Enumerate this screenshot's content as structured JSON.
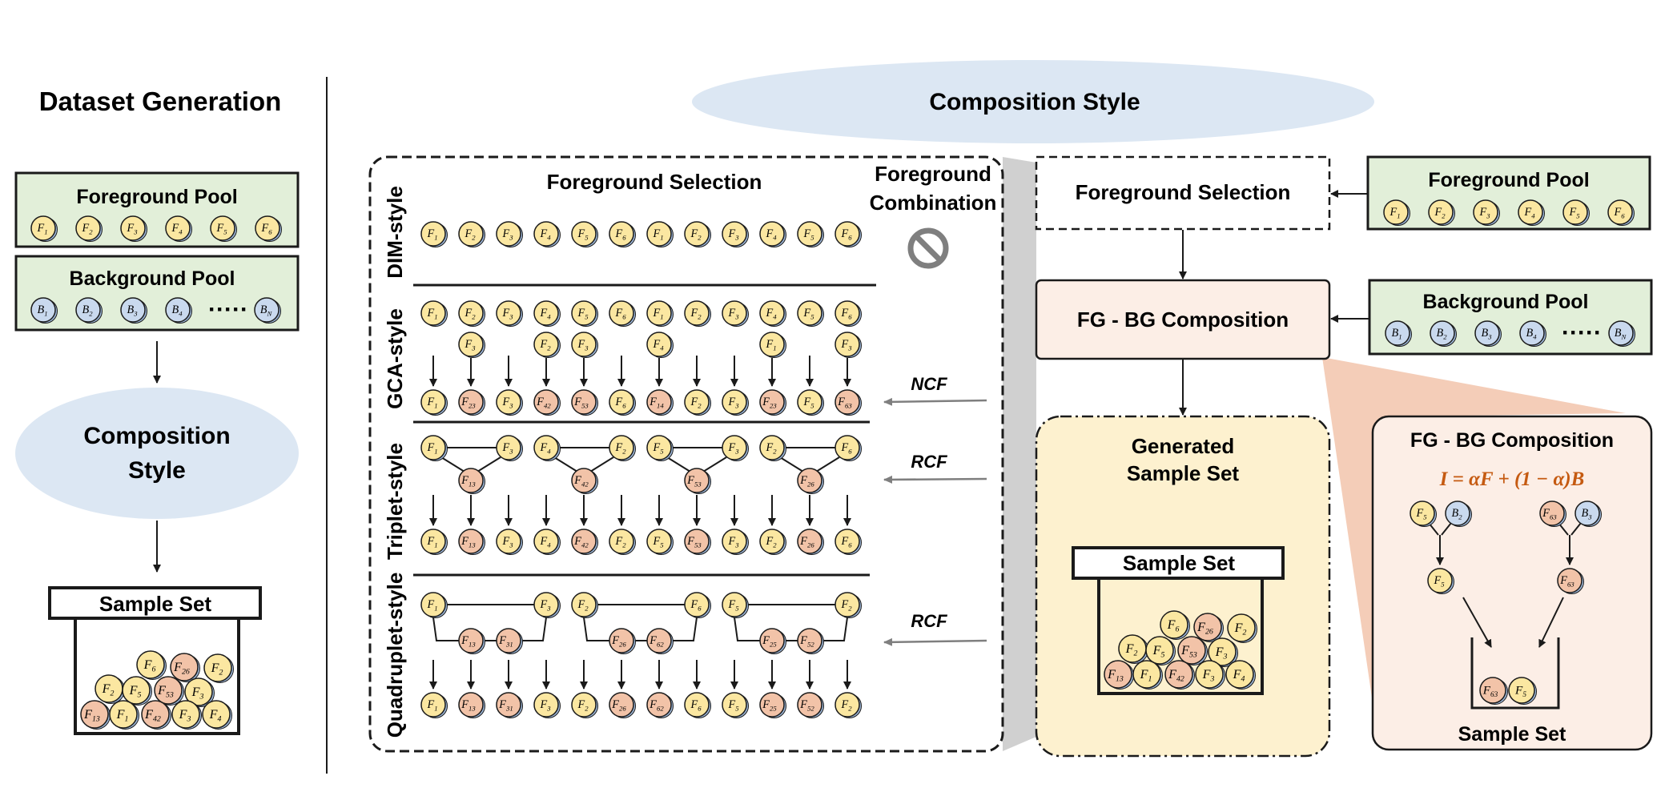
{
  "colors": {
    "fg_fill": "#FBE7A1",
    "bg_fill": "#C9D9EE",
    "comb_fill": "#F2C3A8",
    "pool_fill": "#E2EFD9",
    "pool_stroke": "#1A1A1A",
    "ellipse_fill": "#DCE7F3",
    "fgbg_fill": "#FCEEE6",
    "generated_fill": "#FDF1CF",
    "wedge_gray": "#D0D0D0",
    "wedge_peach": "#F4CDB8",
    "formula_color": "#C55A11",
    "prohibit_color": "#7F7F7F"
  },
  "left": {
    "title": "Dataset Generation",
    "foreground_pool": {
      "title": "Foreground Pool",
      "items": [
        "1",
        "2",
        "3",
        "4",
        "5",
        "6"
      ]
    },
    "background_pool": {
      "title": "Background Pool",
      "items": [
        "1",
        "2",
        "3",
        "4"
      ],
      "dots": "·····",
      "last": "N"
    },
    "composition_style": [
      "Composition",
      "Style"
    ],
    "sample_set": {
      "label": "Sample Set",
      "balls": [
        {
          "s": "6",
          "t": "fg"
        },
        {
          "s": "26",
          "t": "comb"
        },
        {
          "s": "2",
          "t": "fg"
        },
        {
          "s": "2",
          "t": "fg"
        },
        {
          "s": "5",
          "t": "fg"
        },
        {
          "s": "53",
          "t": "comb"
        },
        {
          "s": "3",
          "t": "fg"
        },
        {
          "s": "13",
          "t": "comb"
        },
        {
          "s": "1",
          "t": "fg"
        },
        {
          "s": "42",
          "t": "comb"
        },
        {
          "s": "3",
          "t": "fg"
        },
        {
          "s": "4",
          "t": "fg"
        }
      ]
    }
  },
  "middle": {
    "title": "Composition Style",
    "col_selection": "Foreground Selection",
    "col_combination": [
      "Foreground",
      "Combination"
    ],
    "dim": {
      "label": "DIM-style",
      "top": [
        "1",
        "2",
        "3",
        "4",
        "5",
        "6",
        "1",
        "2",
        "3",
        "4",
        "5",
        "6"
      ]
    },
    "gca": {
      "label": "GCA-style",
      "top": [
        "1",
        "2",
        "3",
        "4",
        "5",
        "6",
        "1",
        "2",
        "3",
        "4",
        "5",
        "6"
      ],
      "second": [
        "",
        "3",
        "",
        "2",
        "3",
        "",
        "4",
        "",
        "",
        "1",
        "",
        "3"
      ],
      "bottom": [
        {
          "s": "1",
          "t": "fg"
        },
        {
          "s": "23",
          "t": "comb"
        },
        {
          "s": "3",
          "t": "fg"
        },
        {
          "s": "42",
          "t": "comb"
        },
        {
          "s": "53",
          "t": "comb"
        },
        {
          "s": "6",
          "t": "fg"
        },
        {
          "s": "14",
          "t": "comb"
        },
        {
          "s": "2",
          "t": "fg"
        },
        {
          "s": "3",
          "t": "fg"
        },
        {
          "s": "23",
          "t": "comb"
        },
        {
          "s": "5",
          "t": "fg"
        },
        {
          "s": "63",
          "t": "comb"
        }
      ],
      "tag": "NCF"
    },
    "triplet": {
      "label": "Triplet-style",
      "groups": [
        {
          "a": "1",
          "b": "3",
          "c": "13"
        },
        {
          "a": "4",
          "b": "2",
          "c": "42"
        },
        {
          "a": "5",
          "b": "3",
          "c": "53"
        },
        {
          "a": "2",
          "b": "6",
          "c": "26"
        }
      ],
      "bottom": [
        {
          "s": "1",
          "t": "fg"
        },
        {
          "s": "13",
          "t": "comb"
        },
        {
          "s": "3",
          "t": "fg"
        },
        {
          "s": "4",
          "t": "fg"
        },
        {
          "s": "42",
          "t": "comb"
        },
        {
          "s": "2",
          "t": "fg"
        },
        {
          "s": "5",
          "t": "fg"
        },
        {
          "s": "53",
          "t": "comb"
        },
        {
          "s": "3",
          "t": "fg"
        },
        {
          "s": "2",
          "t": "fg"
        },
        {
          "s": "26",
          "t": "comb"
        },
        {
          "s": "6",
          "t": "fg"
        }
      ],
      "tag": "RCF"
    },
    "quadruplet": {
      "label": "Quadruplet-style",
      "groups": [
        {
          "a": "1",
          "b": "3",
          "c": "13",
          "d": "31"
        },
        {
          "a": "2",
          "b": "6",
          "c": "26",
          "d": "62"
        },
        {
          "a": "5",
          "b": "2",
          "c": "25",
          "d": "52"
        }
      ],
      "bottom": [
        {
          "s": "1",
          "t": "fg"
        },
        {
          "s": "13",
          "t": "comb"
        },
        {
          "s": "31",
          "t": "comb"
        },
        {
          "s": "3",
          "t": "fg"
        },
        {
          "s": "2",
          "t": "fg"
        },
        {
          "s": "26",
          "t": "comb"
        },
        {
          "s": "62",
          "t": "comb"
        },
        {
          "s": "6",
          "t": "fg"
        },
        {
          "s": "5",
          "t": "fg"
        },
        {
          "s": "25",
          "t": "comb"
        },
        {
          "s": "52",
          "t": "comb"
        },
        {
          "s": "2",
          "t": "fg"
        }
      ],
      "tag": "RCF"
    }
  },
  "right": {
    "fg_selection": "Foreground Selection",
    "fgbg": "FG - BG Composition",
    "foreground_pool": {
      "title": "Foreground Pool",
      "items": [
        "1",
        "2",
        "3",
        "4",
        "5",
        "6"
      ]
    },
    "background_pool": {
      "title": "Background Pool",
      "items": [
        "1",
        "2",
        "3",
        "4"
      ],
      "dots": "·····",
      "last": "N"
    },
    "generated": [
      "Generated",
      "Sample Set"
    ],
    "sample_set": {
      "label": "Sample Set",
      "balls": [
        {
          "s": "6",
          "t": "fg"
        },
        {
          "s": "26",
          "t": "comb"
        },
        {
          "s": "2",
          "t": "fg"
        },
        {
          "s": "2",
          "t": "fg"
        },
        {
          "s": "5",
          "t": "fg"
        },
        {
          "s": "53",
          "t": "comb"
        },
        {
          "s": "3",
          "t": "fg"
        },
        {
          "s": "13",
          "t": "comb"
        },
        {
          "s": "1",
          "t": "fg"
        },
        {
          "s": "42",
          "t": "comb"
        },
        {
          "s": "3",
          "t": "fg"
        },
        {
          "s": "4",
          "t": "fg"
        }
      ]
    },
    "detail": {
      "title": "FG - BG Composition",
      "formula": "I = αF + (1 − α)B",
      "left_pair": {
        "fg": "5",
        "bg": "2",
        "out": "5",
        "fg_t": "fg",
        "out_t": "fg"
      },
      "right_pair": {
        "fg": "63",
        "bg": "3",
        "out": "63",
        "fg_t": "comb",
        "out_t": "comb"
      },
      "result": [
        {
          "s": "63",
          "t": "comb"
        },
        {
          "s": "5",
          "t": "fg"
        }
      ],
      "sample_label": "Sample Set"
    }
  }
}
